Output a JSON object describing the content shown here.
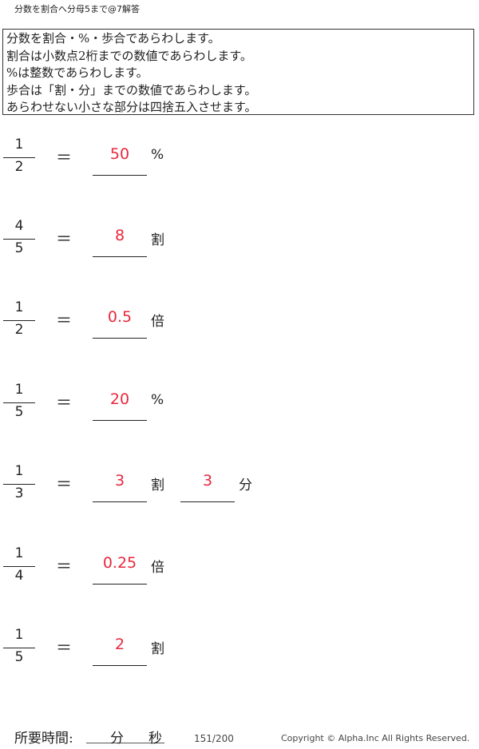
{
  "title": "分数を割合へ分母5まで@7解答",
  "instructions": [
    "分数を割合・%・歩合であらわします。",
    "割合は小数点2桁までの数値であらわします。",
    "%は整数であらわします。",
    "歩合は「割・分」までの数値であらわします。",
    "あらわせない小さな部分は四捨五入させます。"
  ],
  "equals": "＝",
  "problems": [
    {
      "num": "1",
      "den": "2",
      "answers": [
        {
          "value": "50",
          "unit": "%"
        }
      ]
    },
    {
      "num": "4",
      "den": "5",
      "answers": [
        {
          "value": "8",
          "unit": "割"
        }
      ]
    },
    {
      "num": "1",
      "den": "2",
      "answers": [
        {
          "value": "0.5",
          "unit": "倍"
        }
      ]
    },
    {
      "num": "1",
      "den": "5",
      "answers": [
        {
          "value": "20",
          "unit": "%"
        }
      ]
    },
    {
      "num": "1",
      "den": "3",
      "answers": [
        {
          "value": "3",
          "unit": "割"
        },
        {
          "value": "3",
          "unit": "分"
        }
      ]
    },
    {
      "num": "1",
      "den": "4",
      "answers": [
        {
          "value": "0.25",
          "unit": "倍"
        }
      ]
    },
    {
      "num": "1",
      "den": "5",
      "answers": [
        {
          "value": "2",
          "unit": "割"
        }
      ]
    }
  ],
  "footer": {
    "time_label": "所要時間:",
    "minutes": "分",
    "seconds": "秒",
    "page": "151/200",
    "copyright": "Copyright ©  Alpha.Inc All Rights Reserved."
  }
}
